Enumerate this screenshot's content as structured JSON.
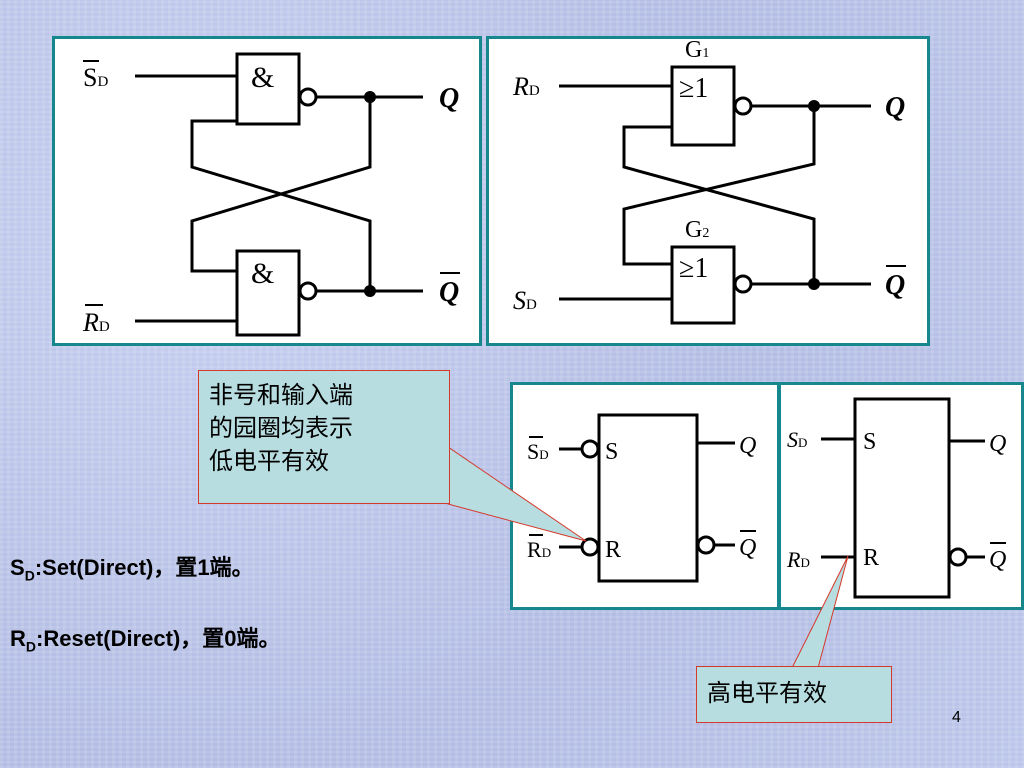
{
  "diagram_a": {
    "input_top": "S",
    "input_top_sub": "D",
    "input_bottom": "R",
    "input_bottom_sub": "D",
    "gate_top": "&",
    "gate_bottom": "&",
    "output_top": "Q",
    "output_bottom": "Q"
  },
  "diagram_b": {
    "gate_top_label": "G",
    "gate_top_label_sub": "1",
    "gate_bottom_label": "G",
    "gate_bottom_label_sub": "2",
    "gate_top": "≥1",
    "gate_bottom": "≥1",
    "input_top": "R",
    "input_top_sub": "D",
    "input_bottom": "S",
    "input_bottom_sub": "D",
    "output_top": "Q",
    "output_bottom": "Q"
  },
  "symbol_low": {
    "input_s": "S",
    "input_s_sub": "D",
    "input_r": "R",
    "input_r_sub": "D",
    "pin_s": "S",
    "pin_r": "R",
    "output_q": "Q",
    "output_qbar": "Q"
  },
  "symbol_high": {
    "input_s": "S",
    "input_s_sub": "D",
    "input_r": "R",
    "input_r_sub": "D",
    "pin_s": "S",
    "pin_r": "R",
    "output_q": "Q",
    "output_qbar": "Q"
  },
  "callout_low": [
    "非号和输入端",
    "的园圈均表示",
    "低电平有效"
  ],
  "callout_high": "高电平有效",
  "notes": {
    "set_main": "S",
    "set_sub": "D",
    "set_text": ":Set(Direct)，置1端。",
    "reset_main": "R",
    "reset_sub": "D",
    "reset_text": ":Reset(Direct)，置0端。"
  },
  "page_number": "4"
}
